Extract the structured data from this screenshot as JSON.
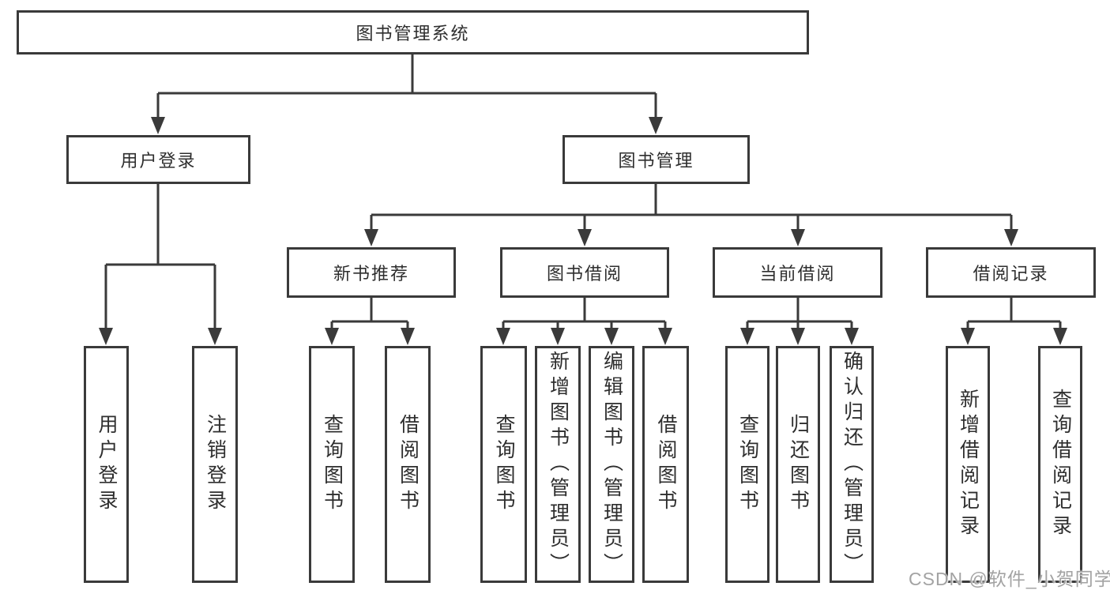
{
  "diagram": {
    "root": {
      "label": "图书管理系统"
    },
    "level1": {
      "user_login": "用户登录",
      "book_management": "图书管理"
    },
    "level2": {
      "new_book_recommend": "新书推荐",
      "book_borrowing": "图书借阅",
      "current_borrowing": "当前借阅",
      "borrowing_records": "借阅记录"
    },
    "leaves": {
      "user_login": "用户登录",
      "logout": "注销登录",
      "recommend_query_books": "查询图书",
      "recommend_borrow_books": "借阅图书",
      "borrowing_query_books": "查询图书",
      "borrowing_add_books": "新增图书（管理员）",
      "borrowing_edit_books": "编辑图书（管理员）",
      "borrowing_borrow_books": "借阅图书",
      "current_query_books": "查询图书",
      "current_return_books": "归还图书",
      "current_confirm_return": "确认归还（管理员）",
      "records_add_record": "新增借阅记录",
      "records_query_record": "查询借阅记录"
    }
  },
  "watermark": {
    "text": "CSDN @软件_小贺同学"
  },
  "colors": {
    "line": "#3a3a3a",
    "box_border": "#3a3a3a",
    "text": "#2e2e2e",
    "watermark": "#a3a3a3",
    "background": "#ffffff"
  }
}
